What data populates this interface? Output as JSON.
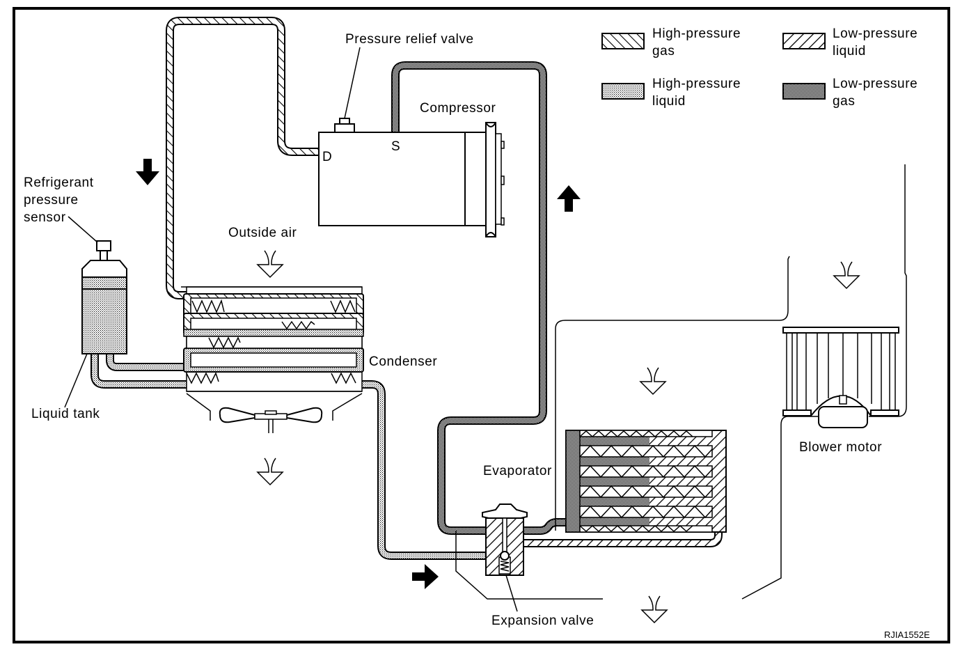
{
  "figure_code": "RJIA1552E",
  "legend": [
    {
      "key": "hp-gas",
      "line1": "High-pressure",
      "line2": "gas",
      "pattern": "forward-hatch"
    },
    {
      "key": "lp-liquid",
      "line1": "Low-pressure",
      "line2": "liquid",
      "pattern": "back-hatch"
    },
    {
      "key": "hp-liquid",
      "line1": "High-pressure",
      "line2": "liquid",
      "pattern": "light-crosshatch"
    },
    {
      "key": "lp-gas",
      "line1": "Low-pressure",
      "line2": "gas",
      "pattern": "dark-crosshatch"
    }
  ],
  "labels": {
    "pressure_relief_valve": "Pressure relief valve",
    "compressor": "Compressor",
    "discharge_port": "D",
    "suction_port": "S",
    "refrigerant_sensor_1": "Refrigerant",
    "refrigerant_sensor_2": "pressure",
    "refrigerant_sensor_3": "sensor",
    "outside_air": "Outside air",
    "condenser": "Condenser",
    "liquid_tank": "Liquid tank",
    "evaporator": "Evaporator",
    "expansion_valve": "Expansion valve",
    "blower_motor": "Blower motor"
  },
  "flow_arrows": [
    "down",
    "up",
    "right"
  ],
  "air_arrows": [
    "outside-air-in",
    "condenser-out",
    "blower-in",
    "evaporator-in",
    "evaporator-out"
  ],
  "colors": {
    "ink": "#000000",
    "paper": "#ffffff"
  }
}
